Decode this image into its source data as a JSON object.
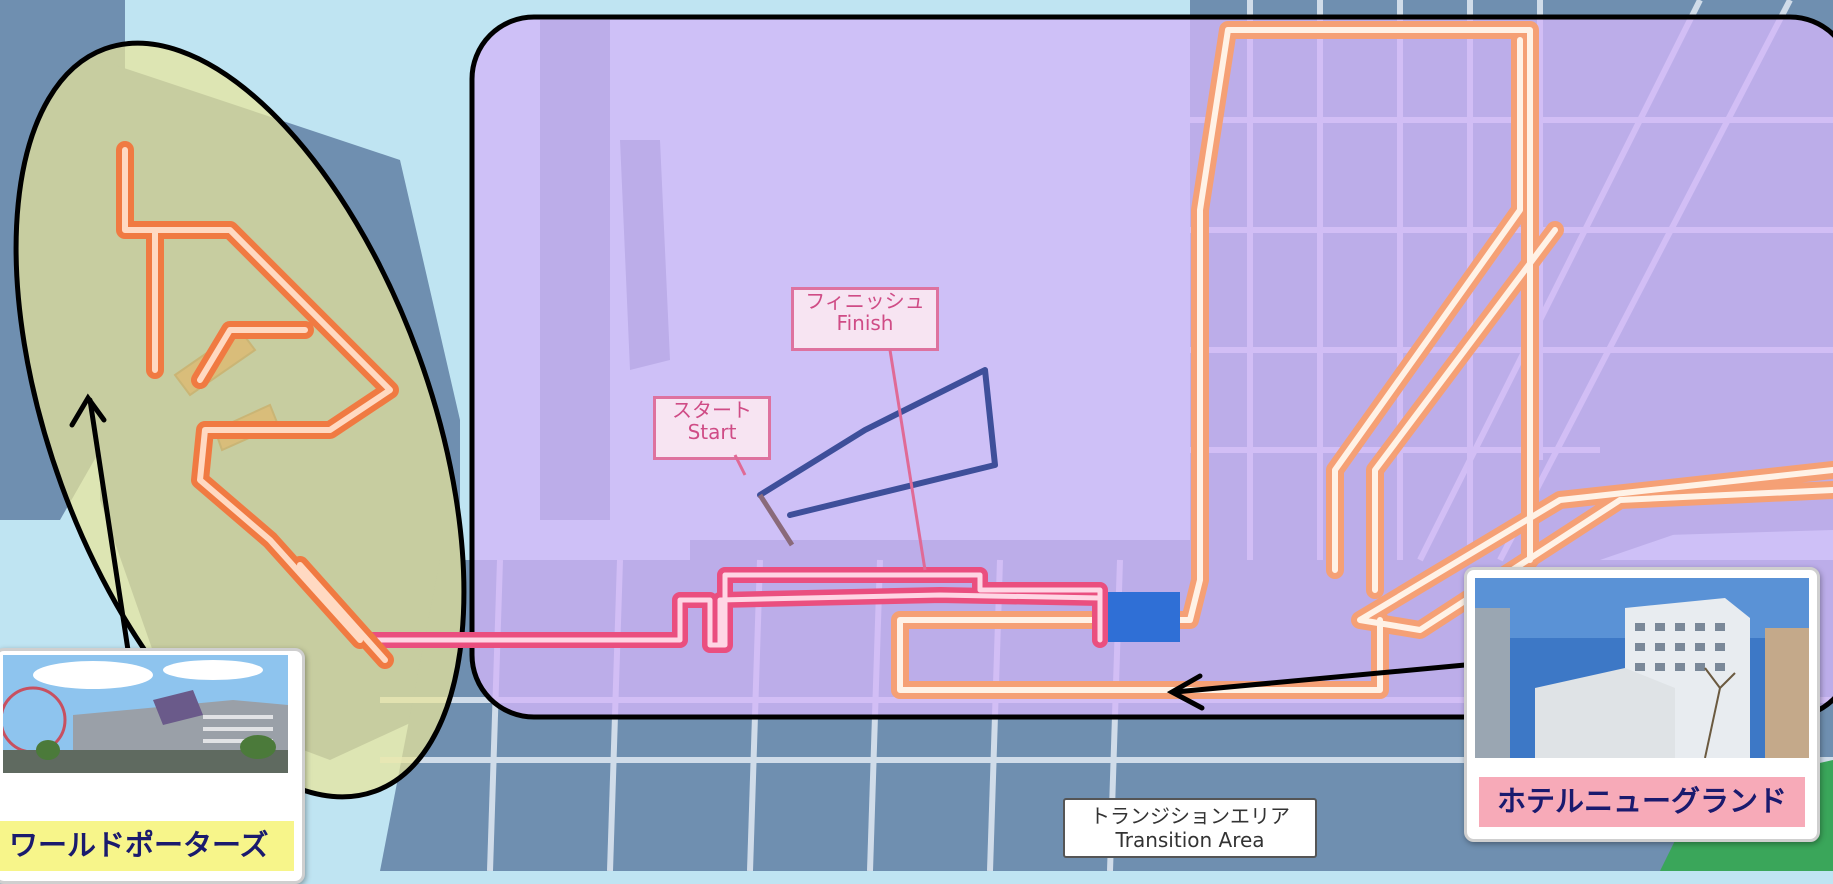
{
  "colors": {
    "water": "#bfe4f2",
    "land": "#6f8fb0",
    "route_orange": "#f28a5a",
    "route_pink": "#ea4f7f",
    "swim_route": "#3e4f9a",
    "left_zone_fill": "#e9e49a",
    "main_zone_fill": "#d2b6f8",
    "hotel_caption_bg": "#f7aab8",
    "world_caption_bg": "#f7f58a"
  },
  "signs": {
    "start": "スタート\nStart",
    "finish": "フィニッシュ\nFinish",
    "transition": "トランジションエリア\nTransition Area"
  },
  "cards": {
    "hotel": {
      "caption": "ホテルニューグランド",
      "photo_icon": "hotel-building-photo"
    },
    "world_porters": {
      "caption": "ワールドポーターズ",
      "photo_icon": "shopping-mall-photo"
    }
  }
}
